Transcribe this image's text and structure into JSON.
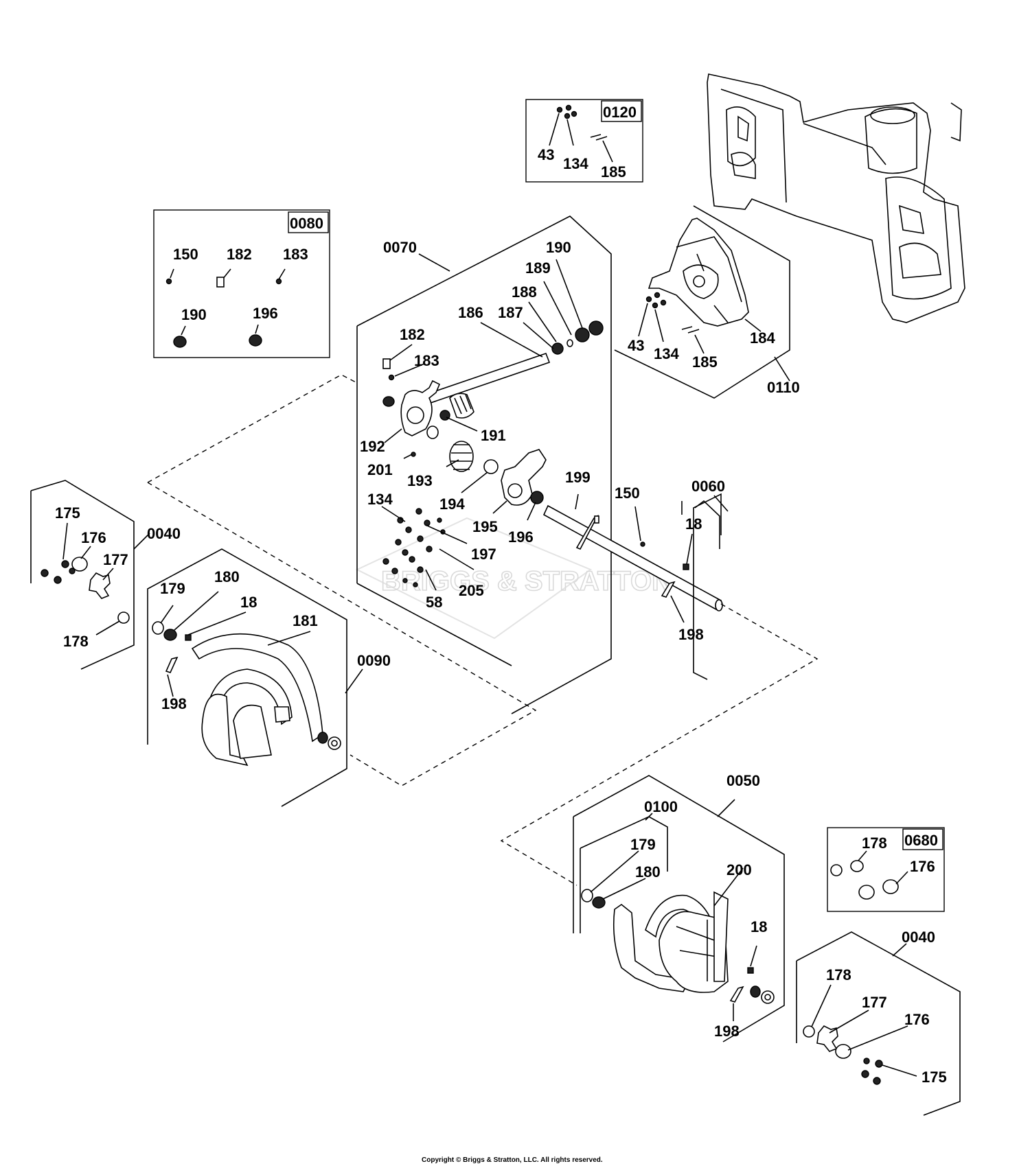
{
  "watermark": "BRIGGS & STRATTON",
  "copyright": "Copyright © Briggs & Stratton, LLC. All rights reserved.",
  "kits": {
    "k0120": "0120",
    "k0080": "0080",
    "k0680": "0680"
  },
  "groups": {
    "g0070": "0070",
    "g0110": "0110",
    "g0060": "0060",
    "g0040_left": "0040",
    "g0090": "0090",
    "g0050": "0050",
    "g0100": "0100",
    "g0040_right": "0040"
  },
  "callouts": {
    "c0120_43": "43",
    "c0120_134": "134",
    "c0120_185": "185",
    "c0080_150": "150",
    "c0080_182": "182",
    "c0080_183": "183",
    "c0080_190": "190",
    "c0080_196": "196",
    "c190": "190",
    "c189": "189",
    "c188": "188",
    "c186": "186",
    "c187": "187",
    "c182": "182",
    "c183": "183",
    "c191": "191",
    "c192": "192",
    "c201": "201",
    "c193": "193",
    "c194": "194",
    "c195": "195",
    "c196": "196",
    "c199": "199",
    "c150": "150",
    "c134": "134",
    "c197": "197",
    "c205": "205",
    "c58": "58",
    "c0110_43": "43",
    "c0110_134": "134",
    "c0110_185": "185",
    "c0110_184": "184",
    "c0060_18": "18",
    "c0060_198": "198",
    "cL_175": "175",
    "cL_176": "176",
    "cL_177": "177",
    "cL_178": "178",
    "c0090_179": "179",
    "c0090_180": "180",
    "c0090_18": "18",
    "c0090_181": "181",
    "c0090_198": "198",
    "c0100_179": "179",
    "c0100_180": "180",
    "c200": "200",
    "c0050_18": "18",
    "c0050_198": "198",
    "c0680_178": "178",
    "c0680_176": "176",
    "cR_178": "178",
    "cR_177": "177",
    "cR_176": "176",
    "cR_175": "175"
  }
}
